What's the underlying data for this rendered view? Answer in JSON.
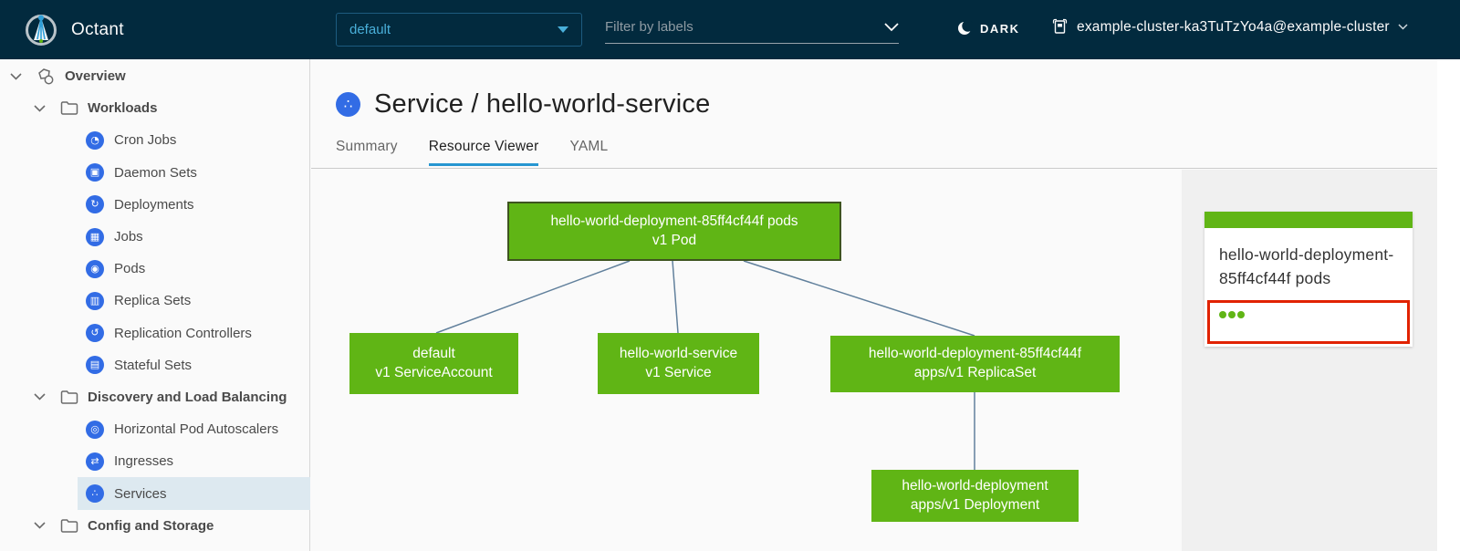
{
  "colors": {
    "header_bg": "#022a3e",
    "accent_blue": "#49afd9",
    "k8s_icon_blue": "#326ce5",
    "node_green": "#60b515",
    "selected_node_border": "#3e541f",
    "tab_underline_blue": "#2696d1",
    "status_alert_red": "#e12200",
    "edge_line": "#61809c",
    "sidebar_selected_bg": "#dde9f0"
  },
  "header": {
    "app_title": "Octant",
    "namespace_selector": {
      "value": "default"
    },
    "filter_input": {
      "placeholder": "Filter by labels"
    },
    "theme_toggle": {
      "label": "DARK"
    },
    "context_switcher": {
      "label": "example-cluster-ka3TuTzYo4a@example-cluster"
    }
  },
  "sidebar": {
    "items": [
      {
        "label": "Overview",
        "icon": "overview-icon",
        "level": 0,
        "expanded": true
      },
      {
        "label": "Workloads",
        "icon": "folder-icon",
        "level": 1,
        "expanded": true
      },
      {
        "label": "Cron Jobs",
        "icon": "cron-jobs-icon",
        "glyph": "◔",
        "level": 2
      },
      {
        "label": "Daemon Sets",
        "icon": "daemon-sets-icon",
        "glyph": "▣",
        "level": 2
      },
      {
        "label": "Deployments",
        "icon": "deployments-icon",
        "glyph": "↻",
        "level": 2
      },
      {
        "label": "Jobs",
        "icon": "jobs-icon",
        "glyph": "▦",
        "level": 2
      },
      {
        "label": "Pods",
        "icon": "pods-icon",
        "glyph": "◉",
        "level": 2
      },
      {
        "label": "Replica Sets",
        "icon": "replica-sets-icon",
        "glyph": "▥",
        "level": 2
      },
      {
        "label": "Replication Controllers",
        "icon": "replication-controllers-icon",
        "glyph": "↺",
        "level": 2
      },
      {
        "label": "Stateful Sets",
        "icon": "stateful-sets-icon",
        "glyph": "▤",
        "level": 2
      },
      {
        "label": "Discovery and Load Balancing",
        "icon": "folder-icon",
        "level": 1,
        "expanded": true
      },
      {
        "label": "Horizontal Pod Autoscalers",
        "icon": "hpa-icon",
        "glyph": "◎",
        "level": 2
      },
      {
        "label": "Ingresses",
        "icon": "ingresses-icon",
        "glyph": "⇄",
        "level": 2
      },
      {
        "label": "Services",
        "icon": "services-icon",
        "glyph": "∴",
        "level": 2,
        "selected": true
      },
      {
        "label": "Config and Storage",
        "icon": "folder-icon",
        "level": 1,
        "expanded": true
      }
    ]
  },
  "main": {
    "title": "Service / hello-world-service",
    "title_icon": "service-icon",
    "title_icon_glyph": "∴",
    "tabs": [
      {
        "label": "Summary",
        "active": false
      },
      {
        "label": "Resource Viewer",
        "active": true
      },
      {
        "label": "YAML",
        "active": false
      }
    ]
  },
  "graph": {
    "nodes": [
      {
        "id": "pod",
        "line1": "hello-world-deployment-85ff4cf44f pods",
        "line2": "v1 Pod",
        "selected": true
      },
      {
        "id": "serviceaccount",
        "line1": "default",
        "line2": "v1 ServiceAccount",
        "selected": false
      },
      {
        "id": "service",
        "line1": "hello-world-service",
        "line2": "v1 Service",
        "selected": false
      },
      {
        "id": "replicaset",
        "line1": "hello-world-deployment-85ff4cf44f",
        "line2": "apps/v1 ReplicaSet",
        "selected": false
      },
      {
        "id": "deployment",
        "line1": "hello-world-deployment",
        "line2": "apps/v1 Deployment",
        "selected": false
      }
    ],
    "edges": [
      [
        "pod",
        "serviceaccount"
      ],
      [
        "pod",
        "service"
      ],
      [
        "pod",
        "replicaset"
      ],
      [
        "replicaset",
        "deployment"
      ]
    ]
  },
  "detail_panel": {
    "card": {
      "title": "hello-world-deployment-85ff4cf44f pods",
      "status_dots": 3
    }
  }
}
